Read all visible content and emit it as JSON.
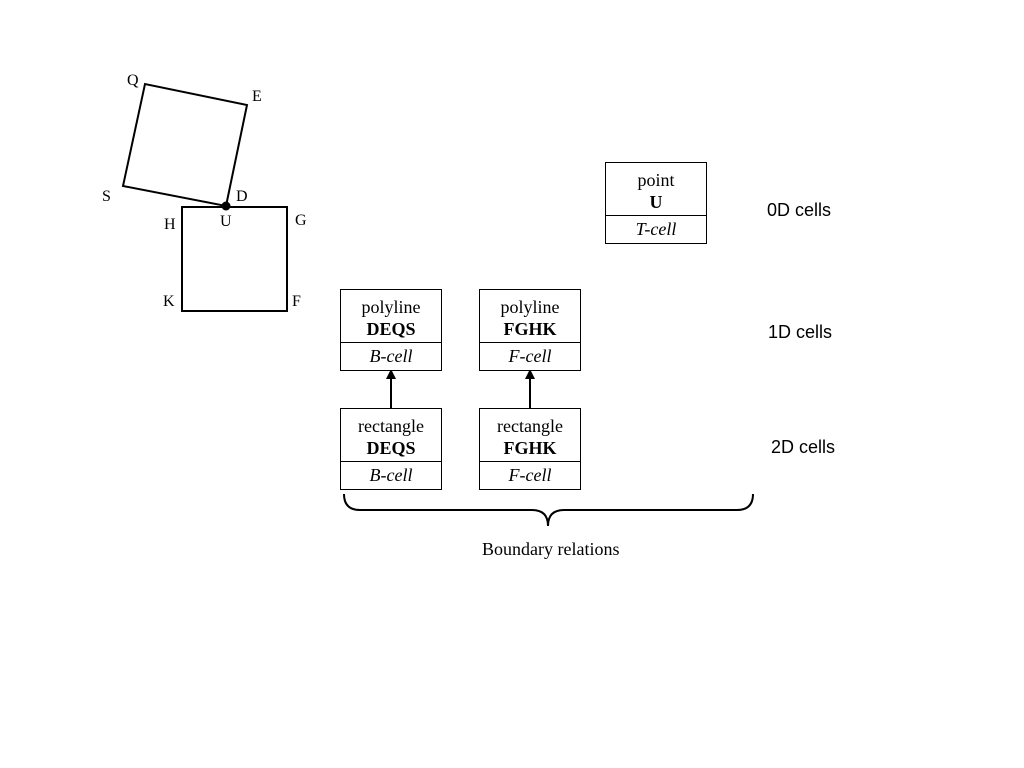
{
  "figure": {
    "vertex_labels": {
      "Q": "Q",
      "E": "E",
      "S": "S",
      "D": "D",
      "H": "H",
      "U": "U",
      "G": "G",
      "K": "K",
      "F": "F"
    },
    "cells": {
      "point_u": {
        "kind": "point",
        "name": "U",
        "role": "T-cell"
      },
      "polyline_b": {
        "kind": "polyline",
        "name": "DEQS",
        "role": "B-cell"
      },
      "polyline_f": {
        "kind": "polyline",
        "name": "FGHK",
        "role": "F-cell"
      },
      "rectangle_b": {
        "kind": "rectangle",
        "name": "DEQS",
        "role": "B-cell"
      },
      "rectangle_f": {
        "kind": "rectangle",
        "name": "FGHK",
        "role": "F-cell"
      }
    },
    "row_labels": {
      "zero_d": "0D cells",
      "one_d": "1D cells",
      "two_d": "2D cells"
    },
    "brace_caption": "Boundary relations"
  }
}
